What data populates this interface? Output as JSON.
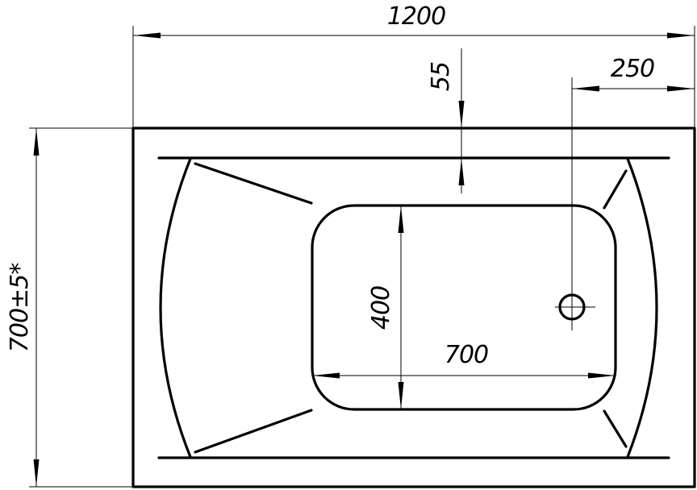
{
  "dimensions": {
    "overall_length": "1200",
    "overall_width": "700±5*",
    "rim_offset": "55",
    "drain_offset": "250",
    "inner_width": "400",
    "inner_length": "700"
  },
  "colors": {
    "line": "#000000",
    "background": "#ffffff"
  }
}
